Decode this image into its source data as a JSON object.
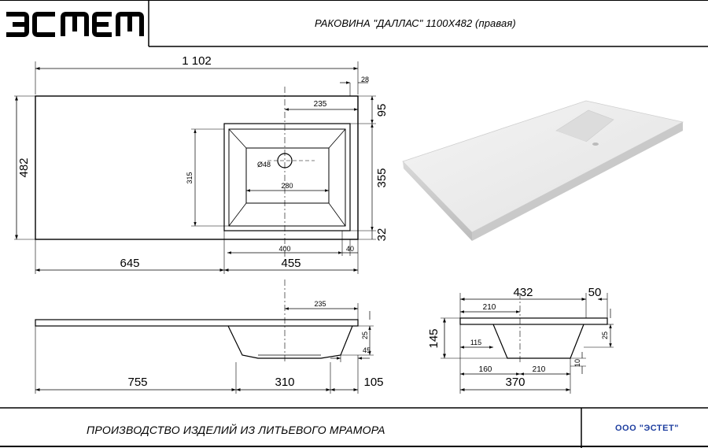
{
  "header": {
    "logo_text": "ЭСМЕМ",
    "product_title": "РАКОВИНА \"ДАЛЛАС\" 1100X482 (правая)"
  },
  "top_view": {
    "width_total": "1 102",
    "depth_total": "482",
    "dim_28": "28",
    "dim_235": "235",
    "dim_95": "95",
    "dim_315": "315",
    "dim_diameter": "Ø48",
    "dim_280": "280",
    "dim_355": "355",
    "dim_32": "32",
    "dim_400": "400",
    "dim_40": "40",
    "dim_645": "645",
    "dim_455": "455"
  },
  "front_view": {
    "dim_235": "235",
    "dim_25": "25",
    "dim_45": "45",
    "dim_755": "755",
    "dim_310": "310",
    "dim_105": "105"
  },
  "side_view": {
    "dim_432": "432",
    "dim_50": "50",
    "dim_210_top": "210",
    "dim_145": "145",
    "dim_115": "115",
    "dim_25": "25",
    "dim_160": "160",
    "dim_210_bottom": "210",
    "dim_10": "10",
    "dim_370": "370"
  },
  "footer": {
    "tagline": "ПРОИЗВОДСТВО ИЗДЕЛИЙ ИЗ ЛИТЬЕВОГО МРАМОРА",
    "company": "ООО \"ЭСТЕТ\""
  }
}
